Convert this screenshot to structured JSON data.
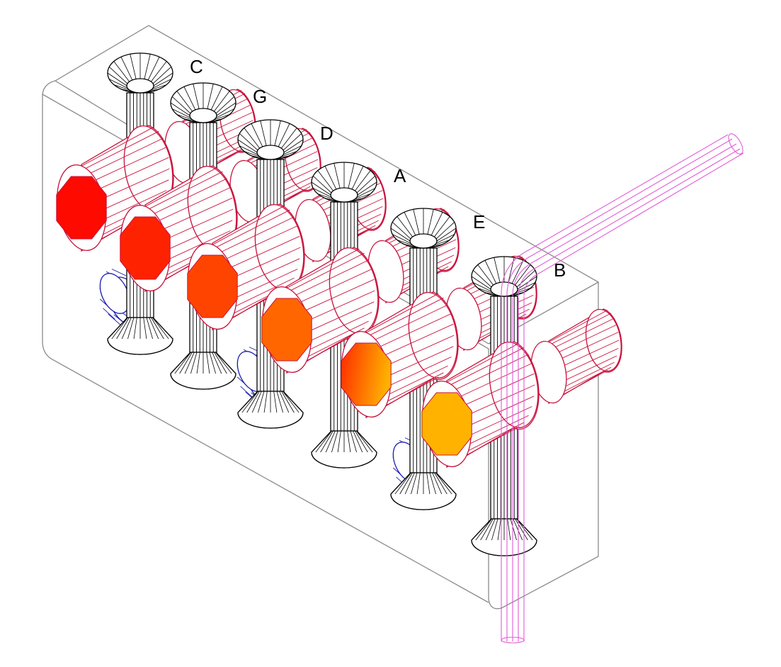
{
  "diagram": {
    "columns": [
      {
        "label": "C",
        "fill": "#ff0a00"
      },
      {
        "label": "G",
        "fill": "#ff2200"
      },
      {
        "label": "D",
        "fill": "#ff4400"
      },
      {
        "label": "A",
        "fill": "#ff6600"
      },
      {
        "label": "E",
        "fill": "#ff4400",
        "fill2": "#ffaa00"
      },
      {
        "label": "B",
        "fill": "#ffb300"
      }
    ],
    "colors": {
      "block": "#8a8a8a",
      "tube": "#000000",
      "cylinder": "#c8103a",
      "cap": "#1a1ab0",
      "pipe": "#e25ad8"
    }
  }
}
